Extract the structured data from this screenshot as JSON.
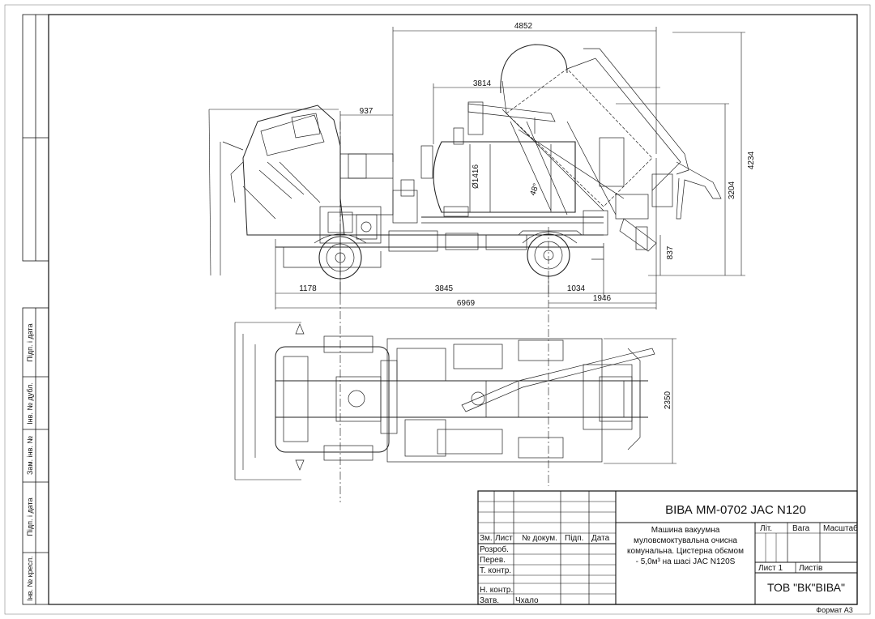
{
  "title_block": {
    "drawing_title": "ВІВА ММ-0702  JAC N120",
    "description_lines": [
      "Машина вакуумна",
      "муловсмоктувальна очисна",
      "комунальна. Цистерна обємом",
      "- 5,0м³  на шасі JAC N120S"
    ],
    "header_cols": [
      "Зм.",
      "Лист",
      "№ докум.",
      "Підп.",
      "Дата"
    ],
    "row_labels": [
      "Розроб.",
      "Перев.",
      "Т. контр.",
      "",
      "Н. контр.",
      "Затв."
    ],
    "approved_name": "Чхало",
    "lit_label": "Літ.",
    "weight_label": "Вага",
    "scale_label": "Масштаб",
    "sheet_label": "Лист 1",
    "sheets_label": "Листів",
    "company": "ТОВ \"ВК\"ВІВА\""
  },
  "format_label": "Формат А3",
  "left_strip_labels": [
    "Підп. і дата",
    "Інв. № дубл.",
    "Зам. інв. №",
    "Підп. і дата",
    "Інв. № кресл."
  ],
  "dimensions": {
    "overall_length_top": "4852",
    "tank_length": "3814",
    "cab_offset": "937",
    "tank_diameter": "Ø1416",
    "tilt_angle": "48°",
    "front_overhang": "1178",
    "wheelbase": "3845",
    "rear_axle_offset": "1034",
    "rear_overhang": "1946",
    "overall_length": "6969",
    "height_tilted": "4234",
    "height": "3204",
    "frame_height": "837",
    "width": "2350"
  }
}
